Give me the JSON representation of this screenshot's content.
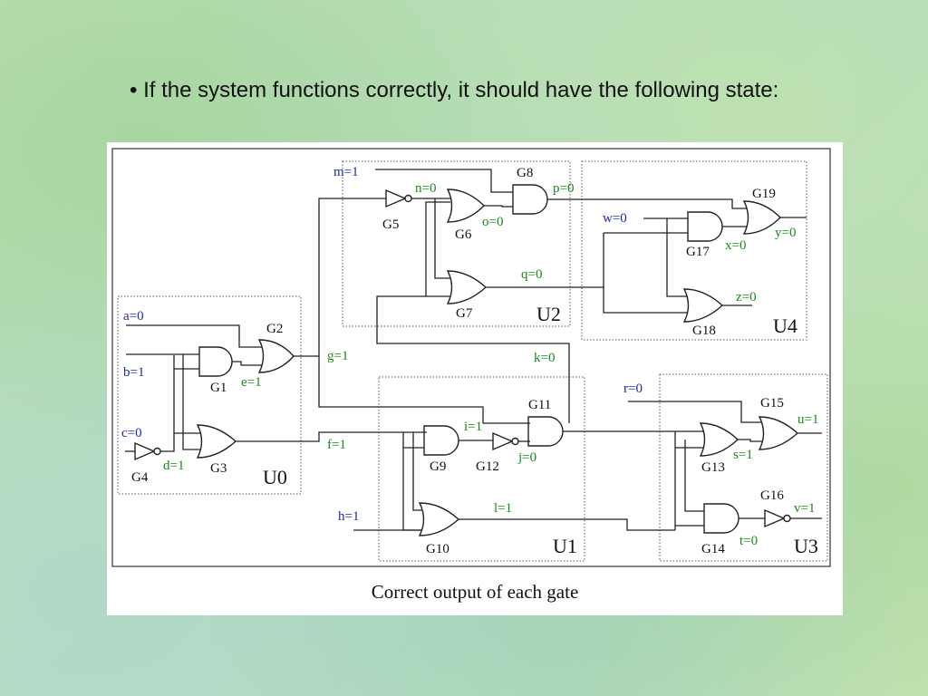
{
  "slide": {
    "bullet_text": "• If the system functions correctly, it should have the following state:",
    "caption": "Correct output of each gate"
  },
  "units": [
    "U0",
    "U1",
    "U2",
    "U3",
    "U4"
  ],
  "gates": [
    "G1",
    "G2",
    "G3",
    "G4",
    "G5",
    "G6",
    "G7",
    "G8",
    "G9",
    "G10",
    "G11",
    "G12",
    "G13",
    "G14",
    "G15",
    "G16",
    "G17",
    "G18",
    "G19"
  ],
  "inputs": {
    "a": "a=0",
    "b": "b=1",
    "c": "c=0",
    "h": "h=1",
    "m": "m=1",
    "w": "w=0",
    "r": "r=0"
  },
  "signals": {
    "d": "d=1",
    "e": "e=1",
    "f": "f=1",
    "g": "g=1",
    "i": "i=1",
    "j": "j=0",
    "k": "k=0",
    "l": "l=1",
    "n": "n=0",
    "o": "o=0",
    "p": "p=0",
    "q": "q=0",
    "s": "s=1",
    "t": "t=0",
    "u": "u=1",
    "v": "v=1",
    "x": "x=0",
    "y": "y=0",
    "z": "z=0"
  },
  "colors": {
    "input_label": "#1a2aa8",
    "output_label": "#1a8a1a"
  }
}
